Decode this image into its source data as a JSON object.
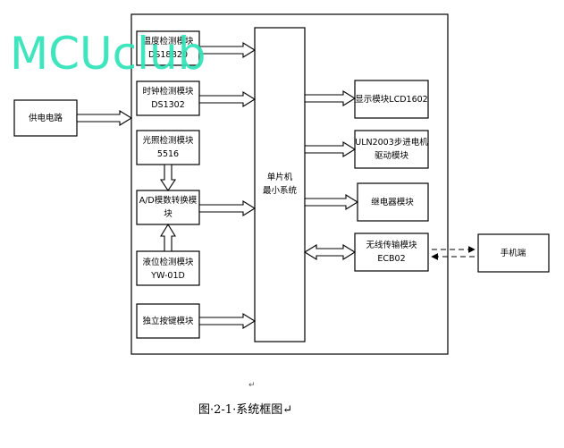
{
  "watermark": "MCUclub",
  "diagram": {
    "modules": {
      "temp": [
        "温度检测模块",
        "DS18B20"
      ],
      "clock": [
        "时钟检测模块",
        "DS1302"
      ],
      "light": [
        "光照检测模块",
        "5516"
      ],
      "adc": [
        "A/D模数转换模",
        "块"
      ],
      "level": [
        "液位检测模块",
        "YW-01D"
      ],
      "keys": [
        "独立按键模块"
      ],
      "power": [
        "供电电路"
      ],
      "mcu": [
        "单片机",
        "最小系统"
      ],
      "display": [
        "显示模块LCD1602"
      ],
      "stepper": [
        "ULN2003步进电机",
        "驱动模块"
      ],
      "relay": [
        "继电器模块"
      ],
      "wireless": [
        "无线传输模块",
        "ECB02"
      ],
      "phone": [
        "手机端"
      ]
    }
  },
  "para_mark": "↵",
  "caption": "图·2-1·系统框图↵"
}
